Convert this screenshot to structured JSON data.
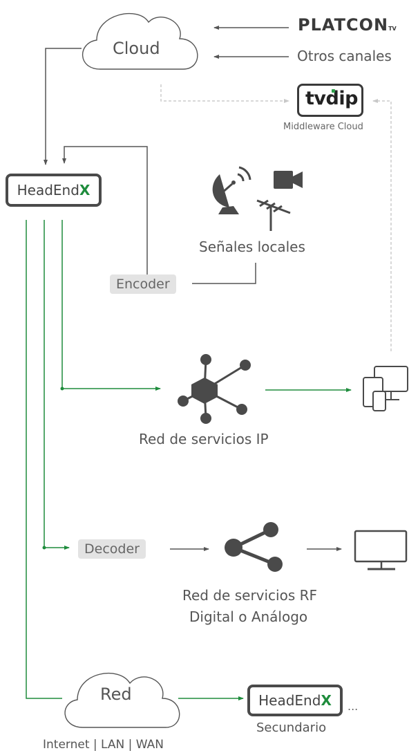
{
  "platcon": {
    "logo_text": "PLATCON",
    "suffix": "TV"
  },
  "cloud": {
    "label": "Cloud"
  },
  "otros_canales": {
    "label": "Otros canales"
  },
  "tvdip": {
    "logo_text": "tvdip",
    "caption": "Middleware Cloud"
  },
  "headend_main": {
    "text": "HeadEnd",
    "x": "X"
  },
  "senales": {
    "label": "Señales locales"
  },
  "encoder": {
    "label": "Encoder"
  },
  "ip_network": {
    "label": "Red de servicios IP"
  },
  "decoder": {
    "label": "Decoder"
  },
  "rf_network": {
    "line1": "Red de servicios RF",
    "line2": "Digital o Análogo"
  },
  "red": {
    "label": "Red",
    "caption": "Internet | LAN | WAN"
  },
  "headend_secondary": {
    "text": "HeadEnd",
    "x": "X",
    "ellipsis": "...",
    "caption": "Secundario"
  },
  "colors": {
    "green": "#1e8c3c",
    "dark": "#4a4a4a",
    "gray_line": "#555555",
    "dashed": "#cccccc"
  },
  "icons": [
    "cloud-icon",
    "satellite-dish-icon",
    "video-camera-icon",
    "antenna-icon",
    "network-hub-icon",
    "devices-icon",
    "share-icon",
    "tv-monitor-icon"
  ]
}
